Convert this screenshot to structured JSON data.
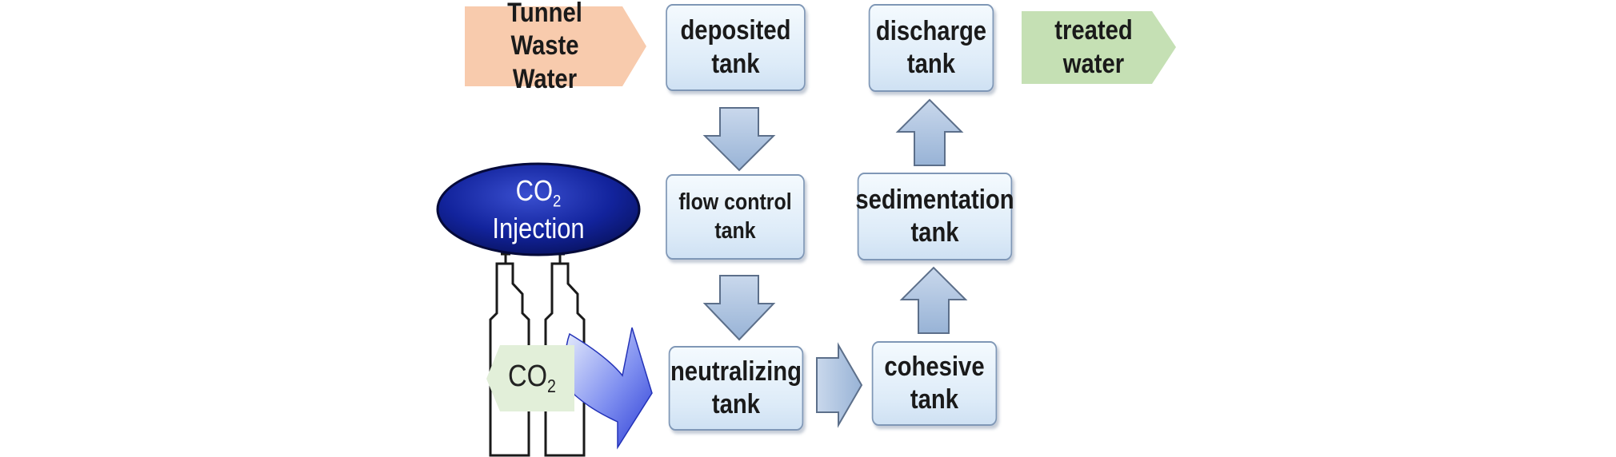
{
  "source": {
    "label_line1": "Tunnel Waste",
    "label_line2": "Water"
  },
  "output": {
    "label_line1": "treated",
    "label_line2": "water"
  },
  "tanks": {
    "deposited": {
      "line1": "deposited",
      "line2": "tank"
    },
    "flow_control": {
      "line1": "flow control",
      "line2": "tank"
    },
    "neutralizing": {
      "line1": "neutralizing",
      "line2": "tank"
    },
    "cohesive": {
      "line1": "cohesive",
      "line2": "tank"
    },
    "sedimentation": {
      "line1": "sedimentation",
      "line2": "tank"
    },
    "discharge": {
      "line1": "discharge",
      "line2": "tank"
    }
  },
  "co2_injection": {
    "formula_base": "CO",
    "formula_sub": "2",
    "label": "Injection"
  },
  "co2_cylinder_tag": {
    "formula_base": "CO",
    "formula_sub": "2"
  },
  "colors": {
    "source_arrow": "#f8cbad",
    "output_arrow": "#c5e0b4",
    "tank_border": "#7f97b6",
    "flow_arrow": "#a8bfdc",
    "ellipse": "#0d1a8c",
    "tag": "#e2efd9"
  }
}
